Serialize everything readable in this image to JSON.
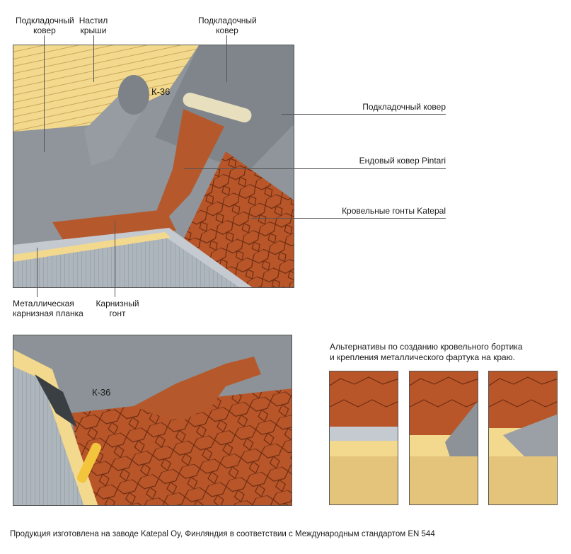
{
  "labels": {
    "podkl_left": "Подкладочный\nковер",
    "nastil": "Настил\nкрыши",
    "podkl_top": "Подкладочный\nковер",
    "podkl_right": "Подкладочный ковер",
    "endova": "Ендовый ковер Pintari",
    "gonty": "Кровельные гонты Katepal",
    "planka": "Металлическая\nкарнизная планка",
    "karniz": "Карнизный\nгонт",
    "k36_top": "К-36",
    "k36_bottom": "К-36"
  },
  "alternatives_title": "Альтернативы по созданию кровельного бортика\nи крепления металлического фартука на краю.",
  "footer": "Продукция изготовлена на заводе Katepal Oy, Финляндия в соответствии с Международным стандартом EN 544",
  "colors": {
    "underlay": "#8f959a",
    "deck": "#f3d98d",
    "shingle": "#b8562a",
    "shingle_dark": "#7a3416",
    "metal": "#c5cad0",
    "wall": "#a9b1b8"
  }
}
